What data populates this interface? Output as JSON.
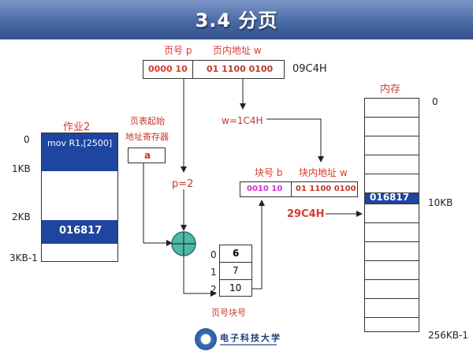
{
  "slide": {
    "title": "3.4 分页"
  },
  "logical_address": {
    "label_page_no": "页号 p",
    "label_offset": "页内地址 w",
    "page_bits": "0000 10",
    "offset_bits": "01 1100 0100",
    "hex": "09C4H"
  },
  "job": {
    "title": "作业2",
    "instruction": "mov R1,[2500]",
    "value": "016817",
    "marks": [
      "0",
      "1KB",
      "2KB",
      "3KB-1"
    ]
  },
  "page_table_register": {
    "label_line1": "页表起始",
    "label_line2": "地址寄存器",
    "value": "a"
  },
  "p_equals": "p=2",
  "w_equals": "w=1C4H",
  "page_table": {
    "caption": "页号块号",
    "rows": [
      {
        "index": "0",
        "block": "6"
      },
      {
        "index": "1",
        "block": "7"
      },
      {
        "index": "2",
        "block": "10"
      }
    ]
  },
  "physical_address": {
    "label_block": "块号 b",
    "label_offset": "块内地址 w",
    "block_bits": "0010 10",
    "offset_bits": "01 1100 0100",
    "hex": "29C4H"
  },
  "memory": {
    "title": "内存",
    "value": "016817",
    "marks": {
      "top": "0",
      "mid": "10KB",
      "bottom": "256KB-1"
    }
  },
  "logo": {
    "text": "电子科技大学"
  },
  "colors": {
    "title_bar": "#4a6aa6",
    "block_blue": "#1e45a0",
    "adder": "#4fb8a8",
    "highlight_red": "#d9392b",
    "magenta": "#cc33cc"
  }
}
